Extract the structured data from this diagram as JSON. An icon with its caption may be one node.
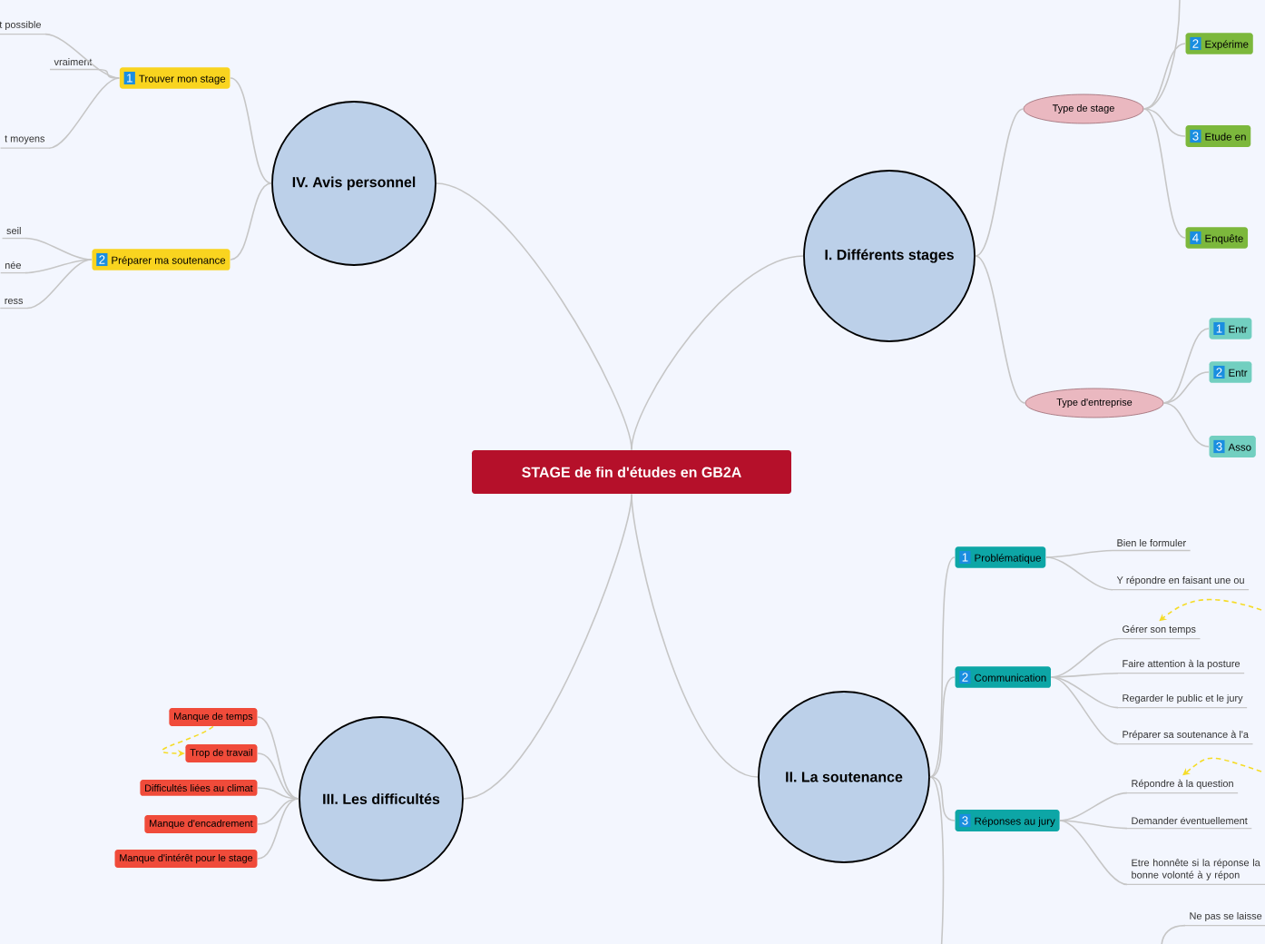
{
  "diagram": {
    "nodes": [
      {
        "text": [
          "STAGE de fin d'études en GB2A"
        ]
      },
      {
        "text": [
          "I. Différents stages"
        ]
      },
      {
        "text": [
          "II. La soutenance"
        ]
      },
      {
        "text": [
          "III. Les difficultés"
        ]
      },
      {
        "text": [
          "IV. Avis personnel"
        ]
      },
      {
        "text": [
          "1",
          "Trouver mon stage"
        ]
      },
      {
        "text": [
          "t possible"
        ]
      },
      {
        "text": [
          "vraiment"
        ]
      },
      {
        "text": [
          "t moyens"
        ]
      },
      {
        "text": [
          "2",
          "Préparer ma soutenance"
        ]
      },
      {
        "text": [
          "seil"
        ]
      },
      {
        "text": [
          "née"
        ]
      },
      {
        "text": [
          "ress"
        ]
      },
      {
        "text": [
          "Type de stage"
        ]
      },
      {
        "text": [
          "2",
          "Expérime"
        ]
      },
      {
        "text": [
          "3",
          "Etude en"
        ]
      },
      {
        "text": [
          "4",
          "Enquête"
        ]
      },
      {
        "text": [
          "Type d'entreprise"
        ]
      },
      {
        "text": [
          "1",
          "Entr"
        ]
      },
      {
        "text": [
          "2",
          "Entr"
        ]
      },
      {
        "text": [
          "3",
          "Asso"
        ]
      },
      {
        "text": [
          "1",
          "Problématique"
        ]
      },
      {
        "text": [
          "Bien le formuler"
        ]
      },
      {
        "text": [
          "Y répondre en faisant une ou"
        ]
      },
      {
        "text": [
          "2",
          "Communication"
        ]
      },
      {
        "text": [
          "Gérer son temps"
        ]
      },
      {
        "text": [
          "Faire attention à la posture"
        ]
      },
      {
        "text": [
          "Regarder le public et le jury"
        ]
      },
      {
        "text": [
          "Préparer sa soutenance à l'a"
        ]
      },
      {
        "text": [
          "3",
          "Réponses au jury"
        ]
      },
      {
        "text": [
          "Répondre à la question"
        ]
      },
      {
        "text": [
          "Demander éventuellement"
        ]
      },
      {
        "text": [
          "Etre honnête si la réponse la bonne volonté à y répon"
        ]
      },
      {
        "text": [
          "Ne pas se laisse"
        ]
      },
      {
        "text": [
          "Manque de temps"
        ]
      },
      {
        "text": [
          "Trop de travail"
        ]
      },
      {
        "text": [
          "Difficultés liées au climat"
        ]
      },
      {
        "text": [
          "Manque d'encadrement"
        ]
      },
      {
        "text": [
          "Manque d'intérêt pour le stage"
        ]
      }
    ],
    "edges": [
      {
        "from": 0,
        "to": 1,
        "arrow": "none"
      },
      {
        "from": 0,
        "to": 2,
        "arrow": "none"
      },
      {
        "from": 0,
        "to": 3,
        "arrow": "none"
      },
      {
        "from": 0,
        "to": 4,
        "arrow": "none"
      },
      {
        "from": 4,
        "to": 5,
        "arrow": "none"
      },
      {
        "from": 5,
        "to": 6,
        "arrow": "none"
      },
      {
        "from": 5,
        "to": 7,
        "arrow": "none"
      },
      {
        "from": 5,
        "to": 8,
        "arrow": "none"
      },
      {
        "from": 4,
        "to": 9,
        "arrow": "none"
      },
      {
        "from": 9,
        "to": 10,
        "arrow": "none"
      },
      {
        "from": 9,
        "to": 11,
        "arrow": "none"
      },
      {
        "from": 9,
        "to": 12,
        "arrow": "none"
      },
      {
        "from": 1,
        "to": 13,
        "arrow": "none"
      },
      {
        "from": 13,
        "to": null,
        "arrow": "none"
      },
      {
        "from": 13,
        "to": 14,
        "arrow": "none"
      },
      {
        "from": 13,
        "to": 15,
        "arrow": "none"
      },
      {
        "from": 13,
        "to": 16,
        "arrow": "none"
      },
      {
        "from": 1,
        "to": 17,
        "arrow": "none"
      },
      {
        "from": 17,
        "to": 18,
        "arrow": "none"
      },
      {
        "from": 17,
        "to": 19,
        "arrow": "none"
      },
      {
        "from": 17,
        "to": 20,
        "arrow": "none"
      },
      {
        "from": 2,
        "to": 21,
        "arrow": "none"
      },
      {
        "from": 21,
        "to": 22,
        "arrow": "none"
      },
      {
        "from": 21,
        "to": 23,
        "arrow": "none"
      },
      {
        "from": 2,
        "to": 24,
        "arrow": "none"
      },
      {
        "from": 24,
        "to": 25,
        "arrow": "none"
      },
      {
        "from": 24,
        "to": 26,
        "arrow": "none"
      },
      {
        "from": 24,
        "to": 27,
        "arrow": "none"
      },
      {
        "from": 24,
        "to": 28,
        "arrow": "none"
      },
      {
        "from": 2,
        "to": 29,
        "arrow": "none"
      },
      {
        "from": 29,
        "to": 30,
        "arrow": "none"
      },
      {
        "from": 29,
        "to": 31,
        "arrow": "none"
      },
      {
        "from": 29,
        "to": 32,
        "arrow": "none"
      },
      {
        "from": 2,
        "to": null,
        "arrow": "none"
      },
      {
        "from": null,
        "to": 33,
        "arrow": "none"
      },
      {
        "from": 3,
        "to": 34,
        "arrow": "none"
      },
      {
        "from": 3,
        "to": 35,
        "arrow": "none"
      },
      {
        "from": 3,
        "to": 36,
        "arrow": "none"
      },
      {
        "from": 3,
        "to": 37,
        "arrow": "none"
      },
      {
        "from": 3,
        "to": 38,
        "arrow": "none"
      },
      {
        "from": 34,
        "to": 35,
        "arrow": "to",
        "style": "dashed",
        "color": "#f5dc28"
      },
      {
        "from": null,
        "to": 25,
        "arrow": "to",
        "style": "dashed",
        "color": "#f5dc28"
      },
      {
        "from": null,
        "to": 30,
        "arrow": "to",
        "style": "dashed",
        "color": "#f5dc28"
      }
    ]
  }
}
